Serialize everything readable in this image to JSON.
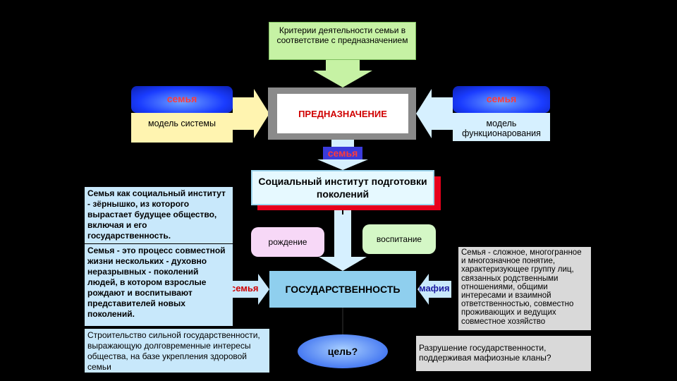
{
  "criteria": {
    "text": "Критерии деятельности семьи в соответствие с предназначением"
  },
  "purpose": {
    "text": "ПРЕДНАЗНАЧЕНИЕ"
  },
  "family_left": {
    "title": "семья",
    "subtitle": "модель системы"
  },
  "family_right": {
    "title": "семья",
    "subtitle": "модель функционарования"
  },
  "family_mid_label": "семья",
  "social_institute": {
    "text": "Социальный институт подготовки поколений"
  },
  "birth": "рождение",
  "upbringing": "воспитание",
  "state": {
    "text": "ГОСУДАРСТВЕННОСТЬ",
    "left_label": "семья",
    "right_label": "мафия"
  },
  "goal": "цель?",
  "left_notes": [
    "Семья как социальный институт - зёрнышко, из которого вырастает будущее общество, включая и его государственность.",
    "Семья - это процесс совместной жизни нескольких - духовно неразрывных - поколений людей, в котором взрослые рождают и воспитывают представителей новых поколений.",
    "Строительство сильной государственности, выражающую долговременные интересы общества, на базе укрепления здоровой семьи"
  ],
  "right_notes": [
    "Семья - сложное, многогранное и многозначное понятие, характеризующее группу лиц, связанных родственными отношениями, общими интересами и взаимной ответственностью, совместно проживающих и ведущих совместное хозяйство",
    "Разрушение государственности, поддерживая мафиозные кланы?"
  ],
  "colors": {
    "background": "#000000",
    "red": "#d00000",
    "arrow": "#c6f2a4",
    "arrow_light_blue": "#d6f0ff",
    "state": "#8fcfee"
  }
}
